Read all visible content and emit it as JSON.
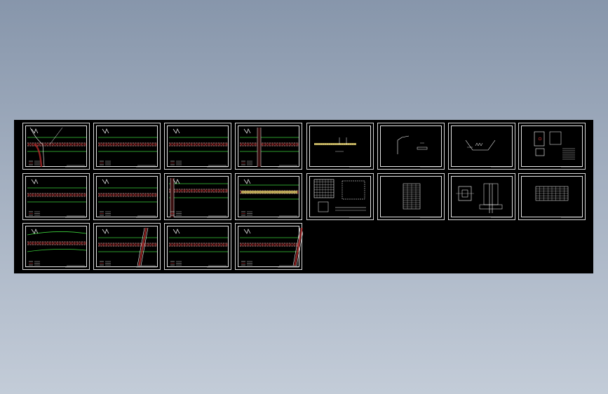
{
  "viewer": {
    "background_top": "#8796ab",
    "background_bottom": "#c3ccd8",
    "model_space_color": "#000000"
  },
  "sheets": [
    {
      "id": "s01",
      "kind": "road-plan-junction",
      "row": 0,
      "col": 0
    },
    {
      "id": "s02",
      "kind": "road-plan",
      "row": 0,
      "col": 1
    },
    {
      "id": "s03",
      "kind": "road-plan",
      "row": 0,
      "col": 2
    },
    {
      "id": "s04",
      "kind": "road-plan-crossroad",
      "row": 0,
      "col": 3
    },
    {
      "id": "s05",
      "kind": "profile",
      "row": 0,
      "col": 4
    },
    {
      "id": "s06",
      "kind": "section-detail",
      "row": 0,
      "col": 5
    },
    {
      "id": "s07",
      "kind": "trench-detail",
      "row": 0,
      "col": 6
    },
    {
      "id": "s08",
      "kind": "structure-detail",
      "row": 0,
      "col": 7
    },
    {
      "id": "s09",
      "kind": "road-plan",
      "row": 1,
      "col": 0
    },
    {
      "id": "s10",
      "kind": "road-plan",
      "row": 1,
      "col": 1
    },
    {
      "id": "s11",
      "kind": "road-plan-start",
      "row": 1,
      "col": 2
    },
    {
      "id": "s12",
      "kind": "road-plan-highlight",
      "row": 1,
      "col": 3
    },
    {
      "id": "s13",
      "kind": "grid-detail",
      "row": 1,
      "col": 4
    },
    {
      "id": "s14",
      "kind": "table-sheet",
      "row": 1,
      "col": 5
    },
    {
      "id": "s15",
      "kind": "foundation-detail",
      "row": 1,
      "col": 6
    },
    {
      "id": "s16",
      "kind": "table-wide",
      "row": 1,
      "col": 7
    },
    {
      "id": "s17",
      "kind": "road-plan-curved",
      "row": 2,
      "col": 0
    },
    {
      "id": "s18",
      "kind": "road-plan-cross",
      "row": 2,
      "col": 1
    },
    {
      "id": "s19",
      "kind": "road-plan",
      "row": 2,
      "col": 2
    },
    {
      "id": "s20",
      "kind": "road-plan-end",
      "row": 2,
      "col": 3
    }
  ]
}
